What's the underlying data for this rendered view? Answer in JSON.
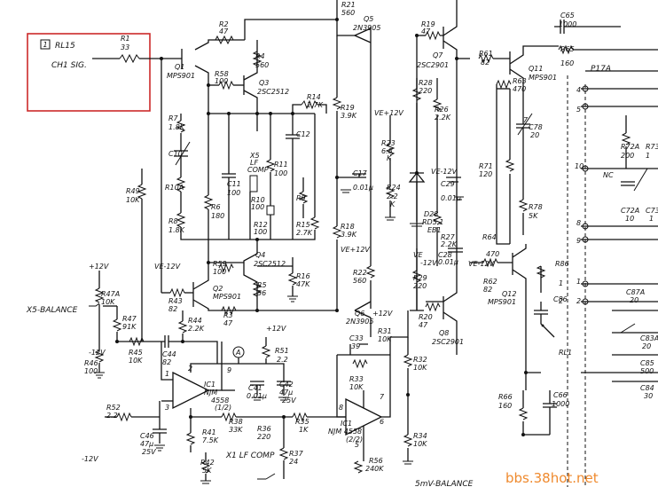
{
  "highlight": {
    "badge": "1",
    "signal_name": "RL15",
    "signal_desc": "CH1 SIG."
  },
  "components": {
    "R1": "R1",
    "R1v": "33",
    "R2": "R2",
    "R2v": "47",
    "Q1": "Q1",
    "Q1t": "MPS901",
    "R58": "R58",
    "R58v": "100",
    "R4": "R4",
    "R4v": "560",
    "Q3": "Q3",
    "Q3t": "2SC2512",
    "R7": "R7",
    "R7v": "1.8K",
    "C10": "C10",
    "R10A": "R10A",
    "R8": "R8",
    "R8v": "1.8K",
    "R49": "R49",
    "R49v": "10K",
    "R6": "R6",
    "R6v": "180",
    "X5": "X5",
    "X5t": "LF",
    "X5t2": "COMP",
    "C11": "C11",
    "C11v": "100",
    "R11": "R11",
    "R11v": "100",
    "R10": "R10",
    "R10v": "100",
    "R12": "R12",
    "R12v": "100",
    "R14": "R14",
    "R14v": "2.7K",
    "C12": "C12",
    "R9": "R9",
    "R15": "R15",
    "R15v": "2.7K",
    "Q4": "Q4",
    "Q4t": "2SC2512",
    "R59": "R59",
    "R59v": "100",
    "R16": "R16",
    "R16v": "47K",
    "Q2": "Q2",
    "Q2t": "MPS901",
    "R5": "R5",
    "R5v": "56",
    "R43": "R43",
    "R43v": "82",
    "R3": "R3",
    "R3v": "47",
    "R44": "R44",
    "R44v": "2.2K",
    "R21": "R21",
    "R21v": "560",
    "Q5": "Q5",
    "Q5t": "2N3905",
    "R19a": "R19",
    "R19av": "3.9K",
    "C17": "C17",
    "C17v": "0.01μ",
    "R18": "R18",
    "R18v": "3.9K",
    "R22": "R22",
    "R22v": "560",
    "Q6": "Q6",
    "Q6t": "2N3905",
    "R23": "R23",
    "R23v": "6.8",
    "R23v2": "K",
    "R24": "R24",
    "R24v": "2.2",
    "R24v2": "K",
    "R19b": "R19",
    "R19bv": "47",
    "Q7": "Q7",
    "Q7t": "2SC2901",
    "R28": "R28",
    "R28v": "220",
    "R26": "R26",
    "R26v": "2.2K",
    "C29": "C29",
    "C29v": "0.01μ",
    "D28": "D28",
    "D28t": "RD5.1",
    "D28t2": "EB1",
    "R27": "R27",
    "R27v": "2.2K",
    "C28": "C28",
    "C28v": "0.01μ",
    "R29": "R29",
    "R29v": "220",
    "R20": "R20",
    "R20v": "47",
    "Q8": "Q8",
    "Q8t": "2SC2901",
    "C65": "C65",
    "C65v": "1000",
    "R65": "R65",
    "R65v": "160",
    "R61": "R61",
    "R61v": "82",
    "R63": "R63",
    "R63v": "470",
    "Q11": "Q11",
    "Q11t": "MPS901",
    "C78": "C78",
    "C78v": "20",
    "R71": "R71",
    "R71v": "120",
    "R78": "R78",
    "R78v": "5K",
    "R64": "R64",
    "R64v": "470",
    "R62": "R62",
    "R62v": "82",
    "Q12": "Q12",
    "Q12t": "MPS901",
    "R86": "R86",
    "C86": "C86",
    "RL1": "RL1",
    "R66": "R66",
    "R66v": "160",
    "C66": "C66",
    "C66v": "1000",
    "P17A": "P17A",
    "R72A": "R72A",
    "R72Av": "200",
    "R73": "R73",
    "R73v": "1",
    "C72A": "C72A",
    "C72Av": "10",
    "C73": "C73",
    "C73v": "1",
    "NC": "NC",
    "C87A": "C87A",
    "C87Av": "20",
    "C83A": "C83A",
    "C83Av": "20",
    "C85": "C85",
    "C85v": "500",
    "C84": "C84",
    "C84v": "30",
    "R47A": "R47A",
    "R47Av": "10K",
    "R47": "R47",
    "R47v": "91K",
    "R45": "R45",
    "R45v": "10K",
    "R46": "R46",
    "R46v": "100",
    "C44": "C44",
    "C44v": "82",
    "IC1a": "IC1",
    "IC1at": "NJM",
    "IC1at2": "4558",
    "IC1at3": "(1/2)",
    "C41": "C41",
    "C41v": "0.01μ",
    "C42": "C42",
    "C42v": "47μ",
    "C42v2": "25V",
    "R51": "R51",
    "R51v": "2.2",
    "R52": "R52",
    "R52v": "2.2",
    "C46": "C46",
    "C46v": "47μ",
    "C46v2": "25V",
    "R41": "R41",
    "R41v": "7.5K",
    "R38": "R38",
    "R38v": "33K",
    "R36": "R36",
    "R36v": "220",
    "R35": "R35",
    "R35v": "1K",
    "R37": "R37",
    "R37v": "24",
    "R42": "R42",
    "R42v": "5K",
    "C33": "C33",
    "C33v": "39",
    "R33": "R33",
    "R33v": "10K",
    "R31": "R31",
    "R31v": "10K",
    "R32": "R32",
    "R32v": "10K",
    "IC1b": "IC1",
    "IC1bt": "NJM 4558",
    "IC1bt2": "(2/2)",
    "R34": "R34",
    "R34v": "10K",
    "R56": "R56",
    "R56v": "240K"
  },
  "labels": {
    "xs_balance": "X5-BALANCE",
    "x1_lf_comp": "X1 LF COMP",
    "smv_balance": "5mV-BALANCE",
    "meter_a": "A",
    "ve_p12_a": "VE+12V",
    "ve_p12_b": "VE+12V",
    "ve_m12_a": "VE-12V",
    "ve_m12_b": "VE-12V",
    "ve_m12_c": "VE-12V",
    "ve_m12_d": "VE",
    "ve_m12_d2": "-12V",
    "p12_a": "+12V",
    "p12_b": "+12V",
    "p12_c": "+12V",
    "m12_a": "-12V",
    "m12_b": "-12V",
    "pin1": "1",
    "pin2": "2",
    "pin3": "3",
    "pin4": "4",
    "pin5": "5",
    "pin6": "6",
    "pin7": "7",
    "pin8": "8",
    "pin9": "9",
    "pin10": "10",
    "pin1a": "1",
    "pin2a": "2",
    "ic_p1": "1",
    "ic_p2": "2",
    "ic_p3": "3",
    "ic_p9": "9",
    "ic_p8": "8",
    "ic_p7": "7",
    "ic_p6": "6",
    "ic_p5": "5"
  },
  "watermark": "bbs.38hot.net"
}
